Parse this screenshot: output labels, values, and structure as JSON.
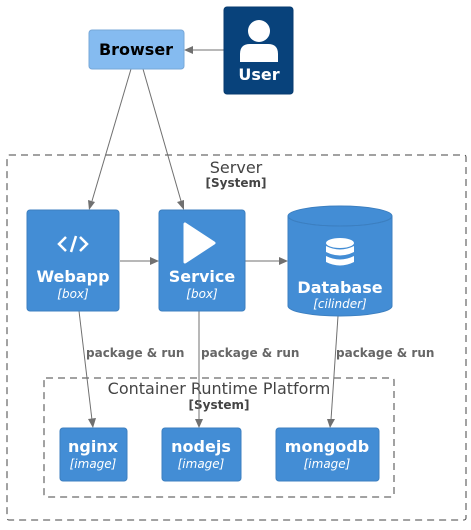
{
  "colors": {
    "container": "#438dd5",
    "browser": "#85bbf0",
    "person": "#08427b",
    "boundary": "#444444",
    "edge": "#707070"
  },
  "person": {
    "label": "User",
    "icon": "person-icon"
  },
  "browser": {
    "label": "Browser"
  },
  "boundaries": {
    "server": {
      "title": "Server",
      "type": "[System]"
    },
    "runtime": {
      "title": "Container Runtime Platform",
      "type": "[System]"
    }
  },
  "nodes": {
    "webapp": {
      "title": "Webapp",
      "type": "[box]",
      "icon": "code-icon"
    },
    "service": {
      "title": "Service",
      "type": "[box]",
      "icon": "play-icon"
    },
    "database": {
      "title": "Database",
      "type": "[cilinder]",
      "icon": "database-icon"
    },
    "nginx": {
      "title": "nginx",
      "type": "[image]"
    },
    "nodejs": {
      "title": "nodejs",
      "type": "[image]"
    },
    "mongodb": {
      "title": "mongodb",
      "type": "[image]"
    }
  },
  "edges": {
    "webapp_nginx": "package & run",
    "service_nodejs": "package & run",
    "database_mongodb": "package & run"
  }
}
